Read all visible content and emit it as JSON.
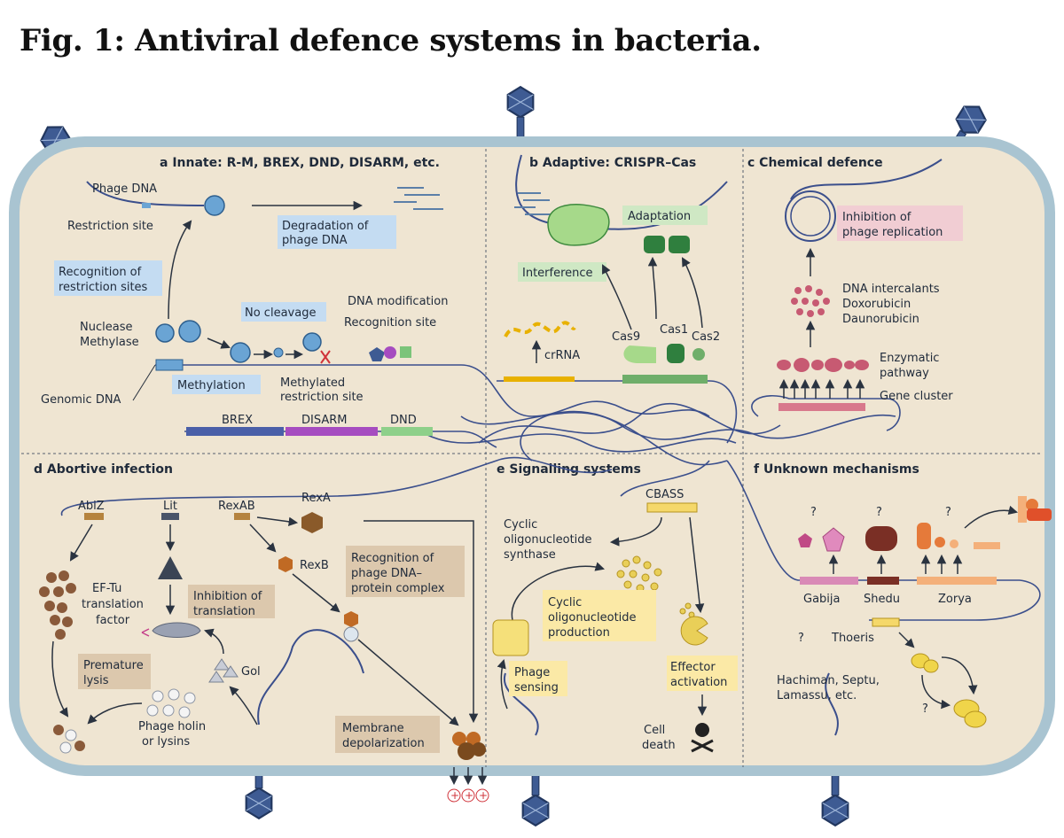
{
  "figure": {
    "title": "Fig. 1: Antiviral defence systems in bacteria."
  },
  "panels": {
    "a": {
      "title": "a  Innate: R-M, BREX, DND, DISARM, etc."
    },
    "b": {
      "title": "b  Adaptive: CRISPR–Cas"
    },
    "c": {
      "title": "c  Chemical defence"
    },
    "d": {
      "title": "d  Abortive infection"
    },
    "e": {
      "title": "e  Signalling systems"
    },
    "f": {
      "title": "f  Unknown mechanisms"
    }
  },
  "labels": {
    "a": {
      "phage_dna": "Phage DNA",
      "restriction_site": "Restriction site",
      "degradation_1": "Degradation of",
      "degradation_2": "phage DNA",
      "recognition_1": "Recognition of",
      "recognition_2": "restriction sites",
      "nuclease": "Nuclease",
      "methylase": "Methylase",
      "no_cleavage": "No cleavage",
      "dna_modification": "DNA modification",
      "recognition_site": "Recognition site",
      "methylation": "Methylation",
      "methylated_1": "Methylated",
      "methylated_2": "restriction site",
      "genomic_dna": "Genomic DNA",
      "brex": "BREX",
      "disarm": "DISARM",
      "dnd": "DND"
    },
    "b": {
      "adaptation": "Adaptation",
      "interference": "Interference",
      "crrna": "crRNA",
      "cas9": "Cas9",
      "cas1": "Cas1",
      "cas2": "Cas2"
    },
    "c": {
      "inhibition_1": "Inhibition of",
      "inhibition_2": "phage replication",
      "intercalants": "DNA intercalants",
      "doxorubicin": "Doxorubicin",
      "daunorubicin": "Daunorubicin",
      "enzymatic_1": "Enzymatic",
      "enzymatic_2": "pathway",
      "gene_cluster": "Gene cluster"
    },
    "d": {
      "abiz": "AbiZ",
      "lit": "Lit",
      "rexab": "RexAB",
      "rexa": "RexA",
      "rexb": "RexB",
      "recog_1": "Recognition of",
      "recog_2": "phage DNA–",
      "recog_3": "protein complex",
      "eftu_1": "EF-Tu",
      "eftu_2": "translation",
      "eftu_3": "factor",
      "inhib_1": "Inhibition of",
      "inhib_2": "translation",
      "gol": "Gol",
      "premature_1": "Premature",
      "premature_2": "lysis",
      "holin_1": "Phage holin",
      "holin_2": "or lysins",
      "membrane_1": "Membrane",
      "membrane_2": "depolarization",
      "plus": "+"
    },
    "e": {
      "cbass": "CBASS",
      "cyclic_1": "Cyclic",
      "cyclic_2": "oligonucleotide",
      "cyclic_3": "synthase",
      "prod_1": "Cyclic",
      "prod_2": "oligonucleotide",
      "prod_3": "production",
      "sensing_1": "Phage",
      "sensing_2": "sensing",
      "effector_1": "Effector",
      "effector_2": "activation",
      "death_1": "Cell",
      "death_2": "death"
    },
    "f": {
      "q": "?",
      "gabija": "Gabija",
      "shedu": "Shedu",
      "zorya": "Zorya",
      "thoeris": "Thoeris",
      "others_1": "Hachiman, Septu,",
      "others_2": "Lamassu, etc."
    }
  },
  "colors": {
    "cell_fill": "#efe5d2",
    "membrane": "#a9c4d1",
    "dna": "#3b4f8c",
    "blue_box": "#c4dcf2",
    "green_box": "#cfe8c4",
    "pink_box": "#f1cdd3",
    "tan_box": "#dcc8ad",
    "yellow_box": "#fbe9a6"
  }
}
